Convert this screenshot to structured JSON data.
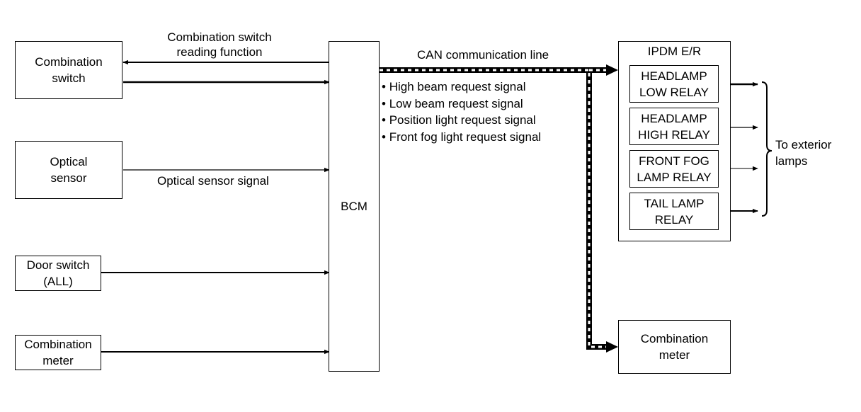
{
  "left_components": {
    "combination_switch": "Combination\nswitch",
    "optical_sensor": "Optical\nsensor",
    "door_switch": "Door switch\n(ALL)",
    "combination_meter": "Combination\nmeter"
  },
  "bcm": "BCM",
  "labels": {
    "switch_reading": "Combination switch\nreading function",
    "optical_signal": "Optical sensor signal",
    "can_line": "CAN communication line",
    "exterior_lamps": "To exterior\nlamps"
  },
  "can_signals": [
    "High beam request signal",
    "Low beam request signal",
    "Position light request signal",
    "Front fog light request signal"
  ],
  "ipdm": {
    "title": "IPDM E/R",
    "relays": [
      "HEADLAMP\nLOW RELAY",
      "HEADLAMP\nHIGH RELAY",
      "FRONT FOG\nLAMP RELAY",
      "TAIL LAMP\nRELAY"
    ]
  },
  "right_meter": "Combination\nmeter"
}
